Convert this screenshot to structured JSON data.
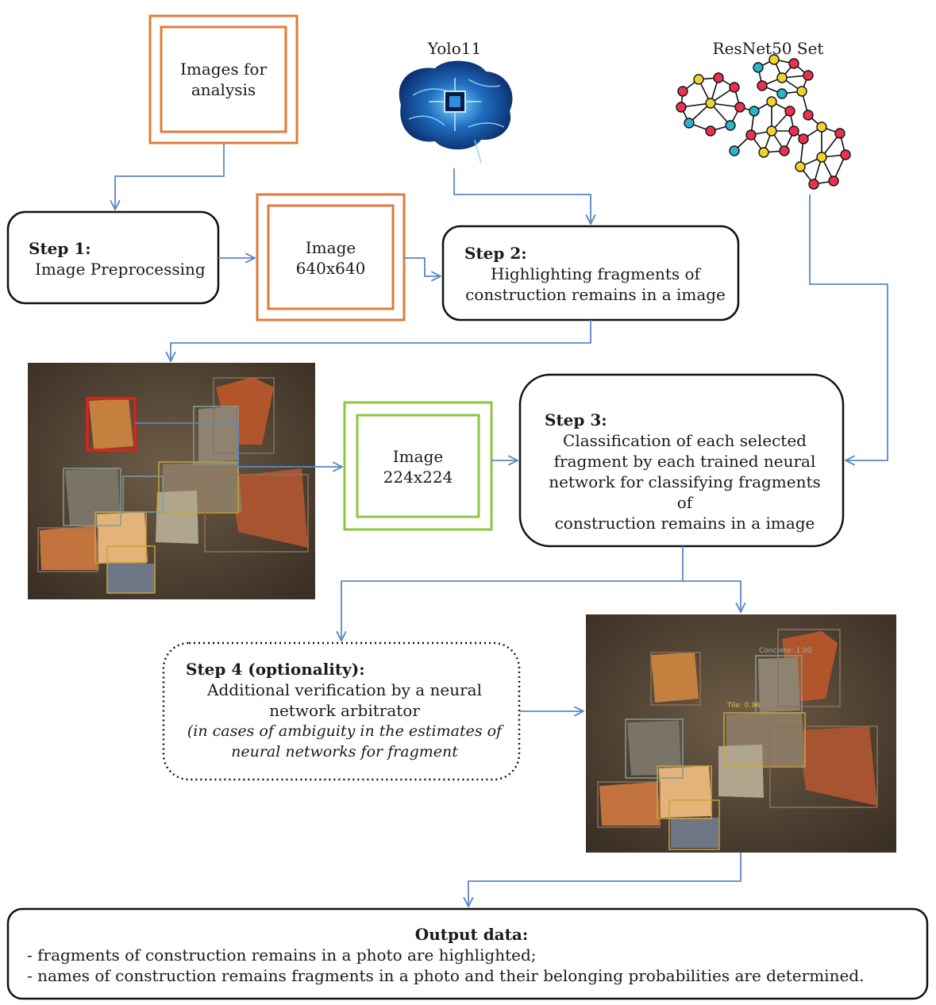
{
  "nodes": {
    "input": {
      "line1": "Images for",
      "line2": "analysis"
    },
    "yolo": {
      "label": "Yolo11",
      "icon": "brain-chip-icon"
    },
    "resnet": {
      "label": "ResNet50 Set",
      "icon": "neural-network-graph-icon"
    },
    "step1": {
      "title": "Step 1:",
      "body": "Image Preprocessing"
    },
    "img640": {
      "line1": "Image",
      "line2": "640x640"
    },
    "step2": {
      "title": "Step 2:",
      "line1": "Highlighting fragments of",
      "line2": "construction remains in a image"
    },
    "img224": {
      "line1": "Image",
      "line2": "224x224"
    },
    "step3": {
      "title": "Step 3:",
      "line1": "Classification of each selected",
      "line2": "fragment by each trained neural",
      "line3": "network for classifying fragments of",
      "line4": "construction remains in a image"
    },
    "step4": {
      "title": "Step 4 (optionality):",
      "line1": "Additional verification by a neural",
      "line2": "network arbitrator",
      "line3": "(in cases of ambiguity in the estimates of",
      "line4": "neural networks for fragment"
    },
    "output": {
      "title": "Output data:",
      "line1": "- fragments of construction remains in a photo are highlighted;",
      "line2": "- names of construction remains fragments in a photo and their belonging probabilities are determined."
    }
  },
  "photos": {
    "detected": {
      "icon": "detected-fragments-photo"
    },
    "classified": {
      "icon": "classified-fragments-photo",
      "tags": [
        "Tile: 0.96",
        "Concrete: 1.00"
      ]
    }
  },
  "colors": {
    "orange": "#e07b39",
    "green": "#8dc63f",
    "arrow": "#5b87c7",
    "red": "#e0201c",
    "photo_bg": "#4e4132"
  }
}
